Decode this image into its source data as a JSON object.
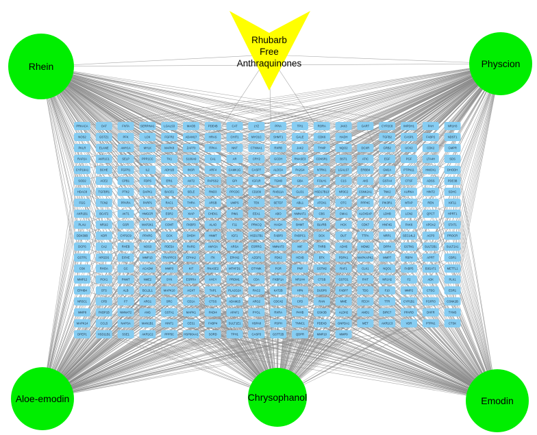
{
  "title": "Rhubarb Free Anthraquinones",
  "herb": {
    "lines": [
      "Rhubarb",
      "Free",
      "Anthraquinones"
    ],
    "color": "#ffff00"
  },
  "compounds": [
    {
      "id": "rhein",
      "label": "Rhein"
    },
    {
      "id": "physcion",
      "label": "Physcion"
    },
    {
      "id": "aloe-emodin",
      "label": "Aloe-emodin"
    },
    {
      "id": "chrysophanol",
      "label": "Chrysophanol"
    },
    {
      "id": "emodin",
      "label": "Emodin"
    }
  ],
  "colors": {
    "compound": "#00ee00",
    "target": "#87cdf2",
    "edge": "#8a8a8a"
  },
  "target_columns": [
    [
      "PRKACA",
      "NOS2",
      "PKLR",
      "RAP2A",
      "CYP19A1",
      "SOD2",
      "HDAC8",
      "FGG",
      "AKR1B1",
      "PLAU",
      "DDX39B",
      "DCPS",
      "GSTP1",
      "CSK",
      "MMP12",
      "EPHB4",
      "NR3C1",
      "MMP8",
      "MAPK14",
      "DPEP1"
    ],
    [
      "OAT",
      "GSTZ1",
      "ELANE",
      "AKR1C1",
      "BCHE",
      "ACE2",
      "TGFBR1",
      "TCN2",
      "BCAT2",
      "NR1I2",
      "KDR",
      "CA2",
      "HPGDS",
      "RHOA",
      "PCK1",
      "STS",
      "CFB",
      "FKBP1B",
      "CCL5",
      "HSD11B1"
    ],
    [
      "FNTA",
      "PFK",
      "AMY1A",
      "SELP",
      "FGFR1",
      "CPB1",
      "PTK2",
      "PPARA",
      "AKT1",
      "GSR",
      "CYP2C9",
      "RHEB",
      "EIF4E",
      "GC",
      "PNMT",
      "ALB",
      "F7",
      "NMNAT2",
      "NAPSA",
      "SSE1"
    ],
    [
      "SERPINA1",
      "LCK",
      "MYLK",
      "PPP1CC",
      "IL2",
      "FDPS",
      "DAPK1",
      "PARP1",
      "HMGCR",
      "MAP2K1",
      "PPARG",
      "NOS3",
      "MMP13",
      "ACADM",
      "NME2",
      "BCL2L1",
      "ARG1",
      "ANG",
      "MAN1B1",
      "AKR1C2"
    ],
    [
      "LGALS3",
      "FGFR2",
      "MAPK8",
      "TK1",
      "ADH1B",
      "ERI1",
      "BACE1",
      "RAC1",
      "ESR2",
      "COMT",
      "GCK",
      "PDE5A",
      "TRAPPC3",
      "MMP3",
      "SYK",
      "MAPK10",
      "SRC",
      "GSTA1",
      "HINT1",
      "PPP5C"
    ],
    [
      "MAOB",
      "ADAM17",
      "ZAP70",
      "S100A9",
      "INSR",
      "AKT2",
      "SELE",
      "THRA",
      "XIAP",
      "FKBP3",
      "DHDH",
      "RARG",
      "EPHA2",
      "KIT",
      "ESRRA",
      "AGXT",
      "CD1A",
      "MAPK1",
      "CES1",
      "HSP90AA1"
    ],
    [
      "PDE4B",
      "HRAS",
      "ITPKA",
      "CA1",
      "ARF4",
      "PAPSS2",
      "RND3",
      "ARSB",
      "CHEK1",
      "ALAD",
      "HNMT",
      "AMY2A",
      "ITK",
      "RNASE2",
      "AHCY",
      "TAP1",
      "CTSS",
      "PADI4",
      "FABP4",
      "SORD"
    ],
    [
      "CAT",
      "CHIT1",
      "NNT",
      "AR",
      "CAMK1G",
      "GPI",
      "PPCDC",
      "UMPS",
      "PIM1",
      "F11",
      "IGF1",
      "ARSA",
      "EPHX2",
      "MTHFD1",
      "PRDM1",
      "PLA2G2A",
      "ADAM15",
      "APAF1",
      "SULT1E1",
      "TPH1"
    ],
    [
      "LYZ",
      "MYO1C",
      "CTNNA1",
      "CRY2",
      "CASP7",
      "IGF1R",
      "CD209",
      "TEK",
      "EEA1",
      "PRKCQ",
      "HSD17B1",
      "ESRRG",
      "AZGP1",
      "DTYMK",
      "CDA",
      "RAC2",
      "ARG2",
      "PYGL",
      "HSPA8",
      "CASP3"
    ],
    [
      "PPIA",
      "SHMT1",
      "RXRB",
      "GCDH",
      "ALDOA",
      "TGM3",
      "RAB11A",
      "SETD7",
      "ABO",
      "HAGH",
      "FABP3",
      "NMNAT3",
      "PDK2",
      "PGR",
      "FKBP1A",
      "KAT2B",
      "CDC42",
      "RXRA",
      "PSPH",
      "GSTT2B"
    ],
    [
      "TPI1",
      "GALE",
      "JAK2",
      "RNASE3",
      "PA2G4",
      "GBA",
      "GLO1",
      "ABL1",
      "NMNAT1",
      "BHMT",
      "PABPC1",
      "MIF",
      "HEXB",
      "PNP",
      "NR1H4",
      "HPN",
      "CFD",
      "P4HB",
      "TNNC1",
      "QDPR"
    ],
    [
      "RORA",
      "CDK6",
      "TYMP",
      "CDK5R1",
      "NTRK1",
      "FOLH1",
      "HSD17B13",
      "ATOX1",
      "CBS",
      "BLVRB",
      "DCK",
      "THRB",
      "BTK",
      "GSTM2",
      "CTSB",
      "DUSP6",
      "RAN",
      "GSK3B",
      "PDE4D",
      "MMP10"
    ],
    [
      "JAK3",
      "HADH",
      "NQO2",
      "BST1",
      "LGALS7",
      "C1S",
      "NR3C2",
      "OTC",
      "CMA1",
      "HCK",
      "DUT",
      "ADH5",
      "PDPK1",
      "RAF1",
      "GSTO1",
      "FABP7",
      "MME",
      "ALDH2",
      "GNPDA1",
      "MMP9"
    ],
    [
      "GART",
      "",
      "DCXR",
      "ATIC",
      "ERBB4",
      "AK5",
      "CSNK2A1",
      "PPP4C",
      "ALOX5AP",
      "CDK7",
      "TTPA",
      "MDM2",
      "MAPKAPK2",
      "CLK1",
      "FHIT",
      "TDG",
      "FECH",
      "AMD1",
      "MET",
      ""
    ],
    [
      "CYP2C8",
      "TGFB2",
      "GRB2",
      "EGF",
      "GM2A",
      "GSTA4",
      "TNK2",
      "PIK3R1",
      "LDHB",
      "HNF4G",
      "NRP1",
      "DPP4",
      "MMP7",
      "NQO1",
      "NR1H2",
      "F10",
      "TTR",
      "BIRC7",
      "AKR1C3",
      ""
    ],
    [
      "IMPDH1",
      "CASP1",
      "UCK2",
      "PGF",
      "PTPN11",
      "CTSF",
      "AURKA",
      "MTAP",
      "LCN2",
      "PAK6",
      "SEC14L2",
      "GSTM1",
      "RBP4",
      "FABP5",
      "F2",
      "MMP2",
      "CYP1B1",
      "PPARD",
      "VDR",
      ""
    ],
    [
      "PAH",
      "FABP2",
      "CDK2",
      "LTA4H",
      "HMOX1",
      "ADSS",
      "HINT2",
      "REN",
      "QPCT",
      "APOA2",
      "ACP3",
      "SULT2B1",
      "APRT",
      "B3GAT1",
      "ADK",
      "CTSG",
      "FGFR3",
      "DHFR",
      "PTPN1",
      ""
    ],
    [
      "NR1H3",
      "NDST1",
      "GMPR",
      "SDS",
      "DHODH",
      "PDE3B",
      "SDHC",
      "KIF11",
      "HPRT1",
      "STAT1",
      "PROCR",
      "SULT2A1",
      "CBR1",
      "METTL1",
      "PLK1",
      "ESR1",
      "CSNK2B",
      "TYMS",
      "CTSK",
      ""
    ]
  ]
}
